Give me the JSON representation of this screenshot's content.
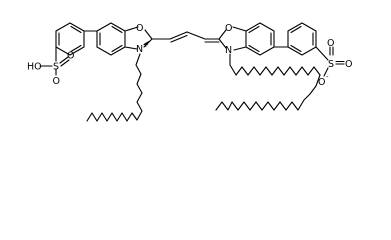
{
  "molecule": {
    "atoms": {
      "o_left_ring": "O",
      "n_left_ring": "N",
      "n_left_charge": "+",
      "o_right_ring": "O",
      "n_right_ring": "N",
      "s_left_acid": "S",
      "o_left_acid_top": "O",
      "o_left_acid_bottom": "O",
      "oh_left_acid": "HO",
      "s_right_sulfonate": "S",
      "o_right_sulfonate_top": "O",
      "o_right_sulfonate_bottom": "O",
      "o_right_sulfonate_anion": "O",
      "o_right_anion_charge": "-"
    },
    "colors": {
      "bond": "#000000",
      "background": "#ffffff"
    }
  }
}
